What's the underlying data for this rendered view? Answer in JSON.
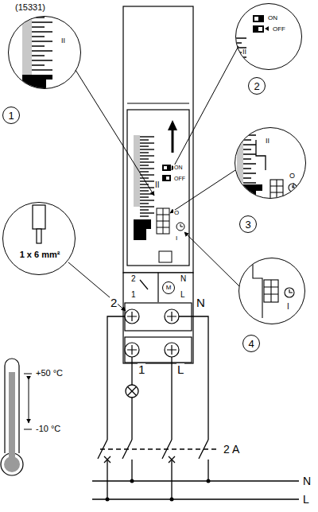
{
  "diagram": {
    "nodes": [
      {
        "text": [
          "(15331)",
          "II"
        ]
      },
      {
        "text": [
          "1"
        ]
      },
      {
        "text": [
          "ON",
          "OFF",
          "II"
        ]
      },
      {
        "text": [
          "2"
        ]
      },
      {
        "text": [
          "II",
          "O",
          "I"
        ]
      },
      {
        "text": [
          "3"
        ]
      },
      {
        "text": [
          "I"
        ]
      },
      {
        "text": [
          "4"
        ]
      },
      {
        "text": [
          "1 x 6 mm²"
        ]
      },
      {
        "text": [
          "M"
        ]
      }
    ],
    "labels": [
      "II",
      "ON",
      "OFF",
      "O",
      "I",
      "2",
      "1",
      "N",
      "L",
      "2",
      "N",
      "1",
      "L",
      "+50 °C",
      "-10 °C",
      "2 A",
      "N",
      "L"
    ]
  }
}
